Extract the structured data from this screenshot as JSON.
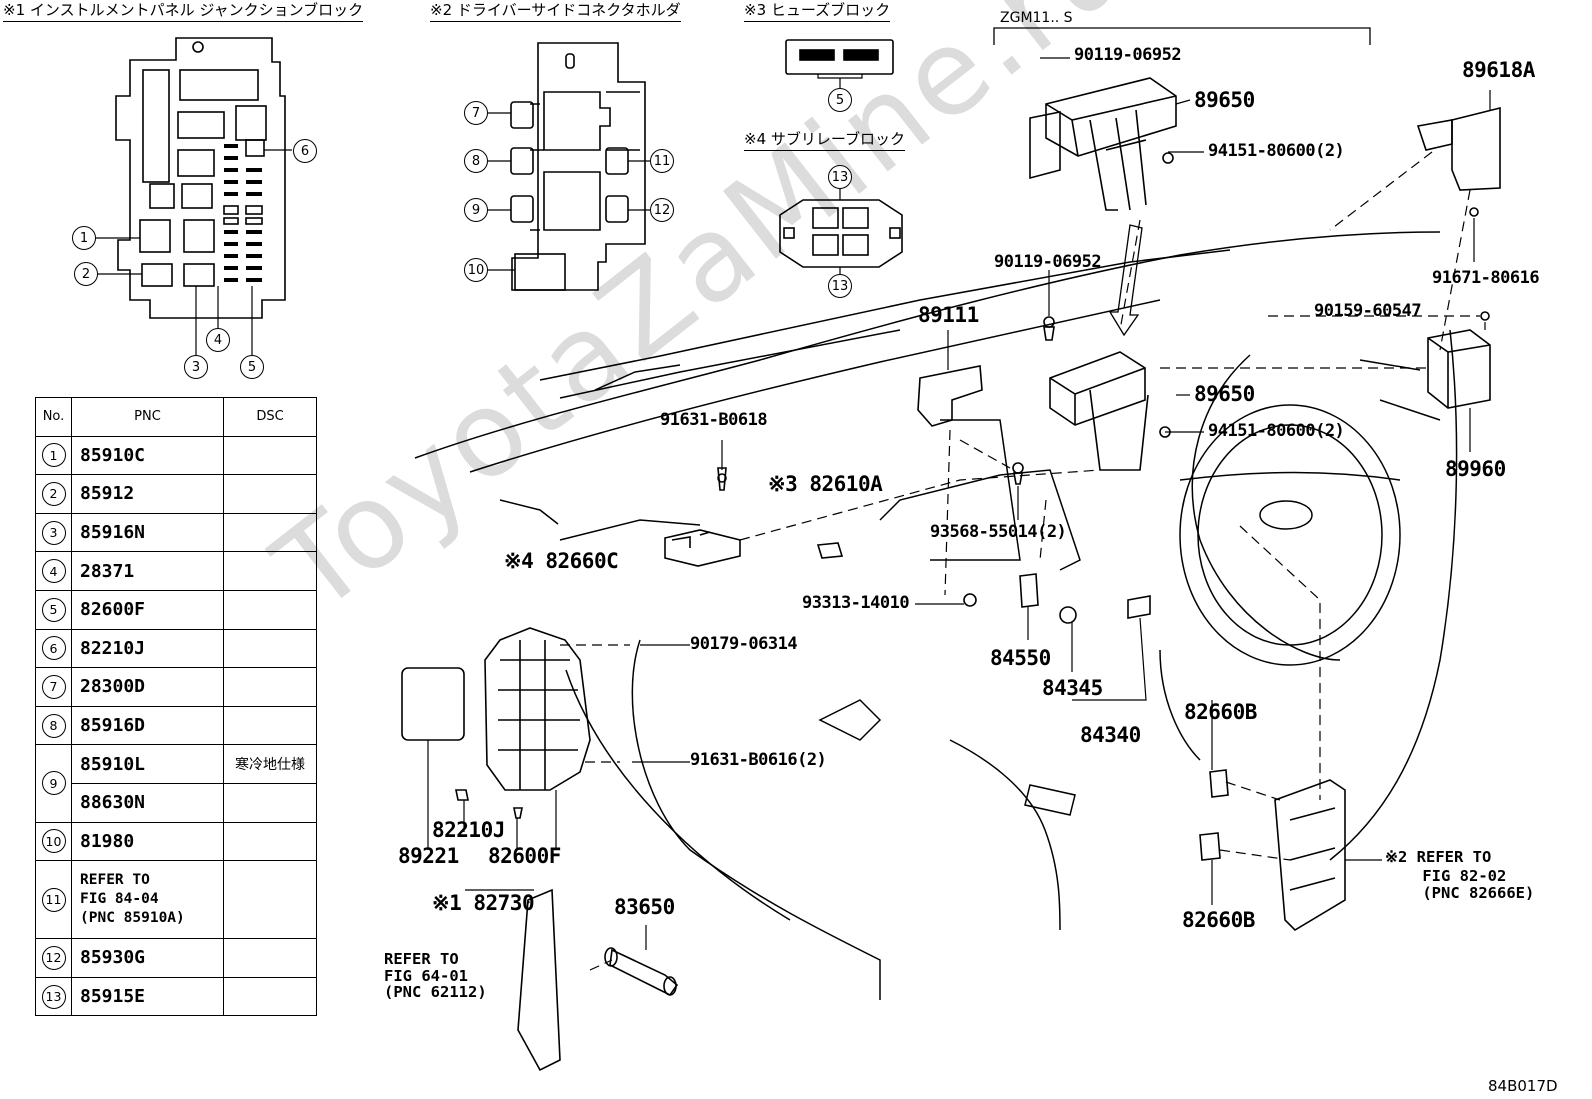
{
  "watermark": "ToyotaZaMine.ru",
  "figure_code": "84B017D",
  "headers": {
    "h1": "※1 インストルメントパネル ジャンクションブロック",
    "h2": "※2 ドライバーサイドコネクタホルダ",
    "h3": "※3 ヒューズブロック",
    "h4": "※4 サブリレーブロック",
    "model": "ZGM11.. S"
  },
  "callouts": {
    "c1": "1",
    "c2": "2",
    "c3": "3",
    "c4": "4",
    "c5": "5",
    "c6": "6",
    "c7": "7",
    "c8": "8",
    "c9": "9",
    "c10": "10",
    "c11": "11",
    "c12": "12",
    "c13a": "13",
    "c13b": "13",
    "c5b": "5"
  },
  "table": {
    "headers": {
      "no": "No.",
      "pnc": "PNC",
      "dsc": "DSC"
    },
    "rows": [
      {
        "no": "1",
        "pnc": "85910C",
        "dsc": ""
      },
      {
        "no": "2",
        "pnc": "85912",
        "dsc": ""
      },
      {
        "no": "3",
        "pnc": "85916N",
        "dsc": ""
      },
      {
        "no": "4",
        "pnc": "28371",
        "dsc": ""
      },
      {
        "no": "5",
        "pnc": "82600F",
        "dsc": ""
      },
      {
        "no": "6",
        "pnc": "82210J",
        "dsc": ""
      },
      {
        "no": "7",
        "pnc": "28300D",
        "dsc": ""
      },
      {
        "no": "8",
        "pnc": "85916D",
        "dsc": ""
      },
      {
        "no": "9",
        "pnc": "85910L",
        "dsc": "寒冷地仕様"
      },
      {
        "no": "",
        "pnc": "88630N",
        "dsc": ""
      },
      {
        "no": "10",
        "pnc": "81980",
        "dsc": ""
      },
      {
        "no": "11",
        "pnc": "REFER TO\nFIG 84-04\n(PNC 85910A)",
        "dsc": ""
      },
      {
        "no": "12",
        "pnc": "85930G",
        "dsc": ""
      },
      {
        "no": "13",
        "pnc": "85915E",
        "dsc": ""
      }
    ]
  },
  "part_labels": {
    "p90119a": "90119-06952",
    "p89650a": "89650",
    "p94151a": "94151-80600(2)",
    "p89618A": "89618A",
    "p91671": "91671-80616",
    "p90119b": "90119-06952",
    "p90159": "90159-60547",
    "p89111": "89111",
    "p89650b": "89650",
    "p94151b": "94151-80600(2)",
    "p89960": "89960",
    "p91631a": "91631-B0618",
    "p82610A": "※3 82610A",
    "p82660C": "※4 82660C",
    "p93568": "93568-55014(2)",
    "p93313": "93313-14010",
    "p84550": "84550",
    "p90179": "90179-06314",
    "p84345": "84345",
    "p84340": "84340",
    "p82660Ba": "82660B",
    "p91631b": "91631-B0616(2)",
    "p82210J": "82210J",
    "p89221": "89221",
    "p82600F": "82600F",
    "p82730": "※1 82730",
    "p83650": "83650",
    "p82660Bb": "82660B"
  },
  "refs": {
    "r1": "REFER TO\nFIG 64-01\n(PNC 62112)",
    "r2": "※2 REFER TO",
    "r2b": "    FIG 82-02\n    (PNC 82666E)"
  }
}
